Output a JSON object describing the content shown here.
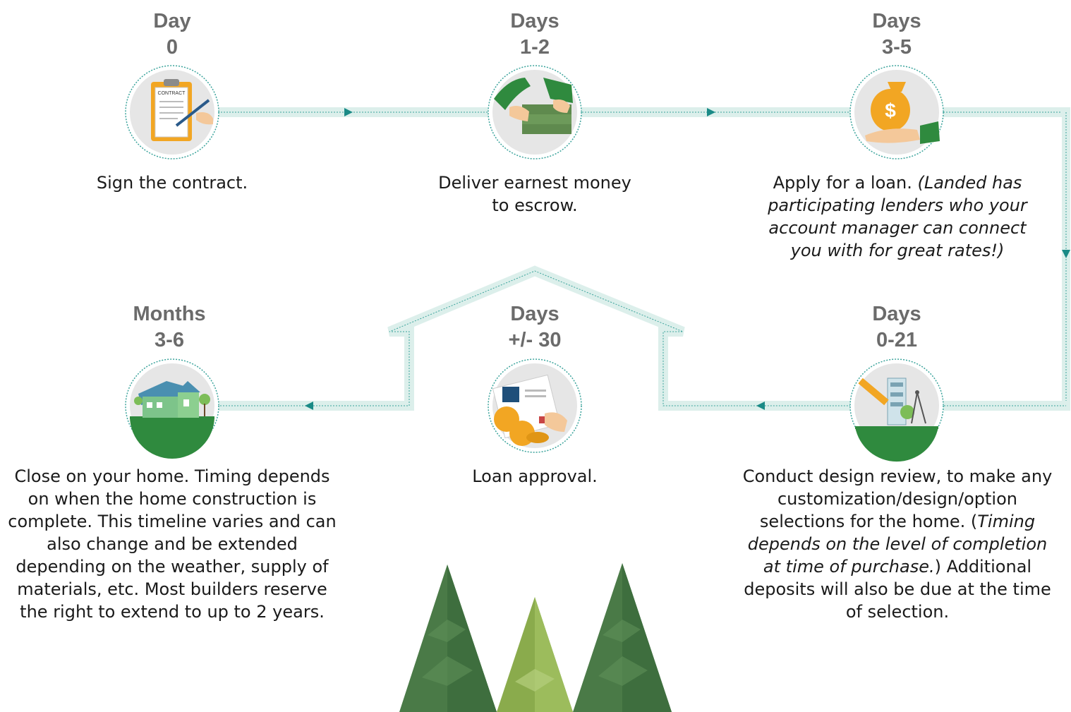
{
  "steps": [
    {
      "id": "sign",
      "period": "Day",
      "value": "0",
      "description": "Sign the contract.",
      "icon": "contract-icon",
      "icon_text": "CONTRACT"
    },
    {
      "id": "earnest",
      "period": "Days",
      "value": "1-2",
      "description_lines": [
        "Deliver earnest money",
        "to escrow."
      ],
      "icon": "money-handoff-icon"
    },
    {
      "id": "loan-apply",
      "period": "Days",
      "value": "3-5",
      "description_plain": "Apply for a loan. ",
      "description_italic": "(Landed has participating lenders who your account manager can connect you with for great rates!)",
      "icon": "money-bag-icon"
    },
    {
      "id": "design",
      "period": "Days",
      "value": "0-21",
      "description_plain": "Conduct design review, to make any customization/design/option selections for the home. (",
      "description_italic": "Timing depends on the level of completion at time of purchase.",
      "description_after": ") Additional deposits will also be due at the time of selection.",
      "icon": "design-tools-icon"
    },
    {
      "id": "loan-approval",
      "period": "Days",
      "value": "+/- 30",
      "description": "Loan approval.",
      "icon": "loan-document-icon"
    },
    {
      "id": "close",
      "period": "Months",
      "value": "3-6",
      "description": "Close on your home. Timing depends on when the home construction is complete. This timeline varies and can also change and be extended depending on the weather, supply of materials, etc. Most builders reserve the right to extend to up to 2 years.",
      "icon": "house-icon"
    }
  ],
  "colors": {
    "track": "#dcefeb",
    "arrow": "#1a8a86",
    "title": "#6b6b6b",
    "circle": "#e6e6e6",
    "tree_dark": "#3e6e3e",
    "tree_light": "#8aab4c",
    "green": "#2f8a3e"
  }
}
